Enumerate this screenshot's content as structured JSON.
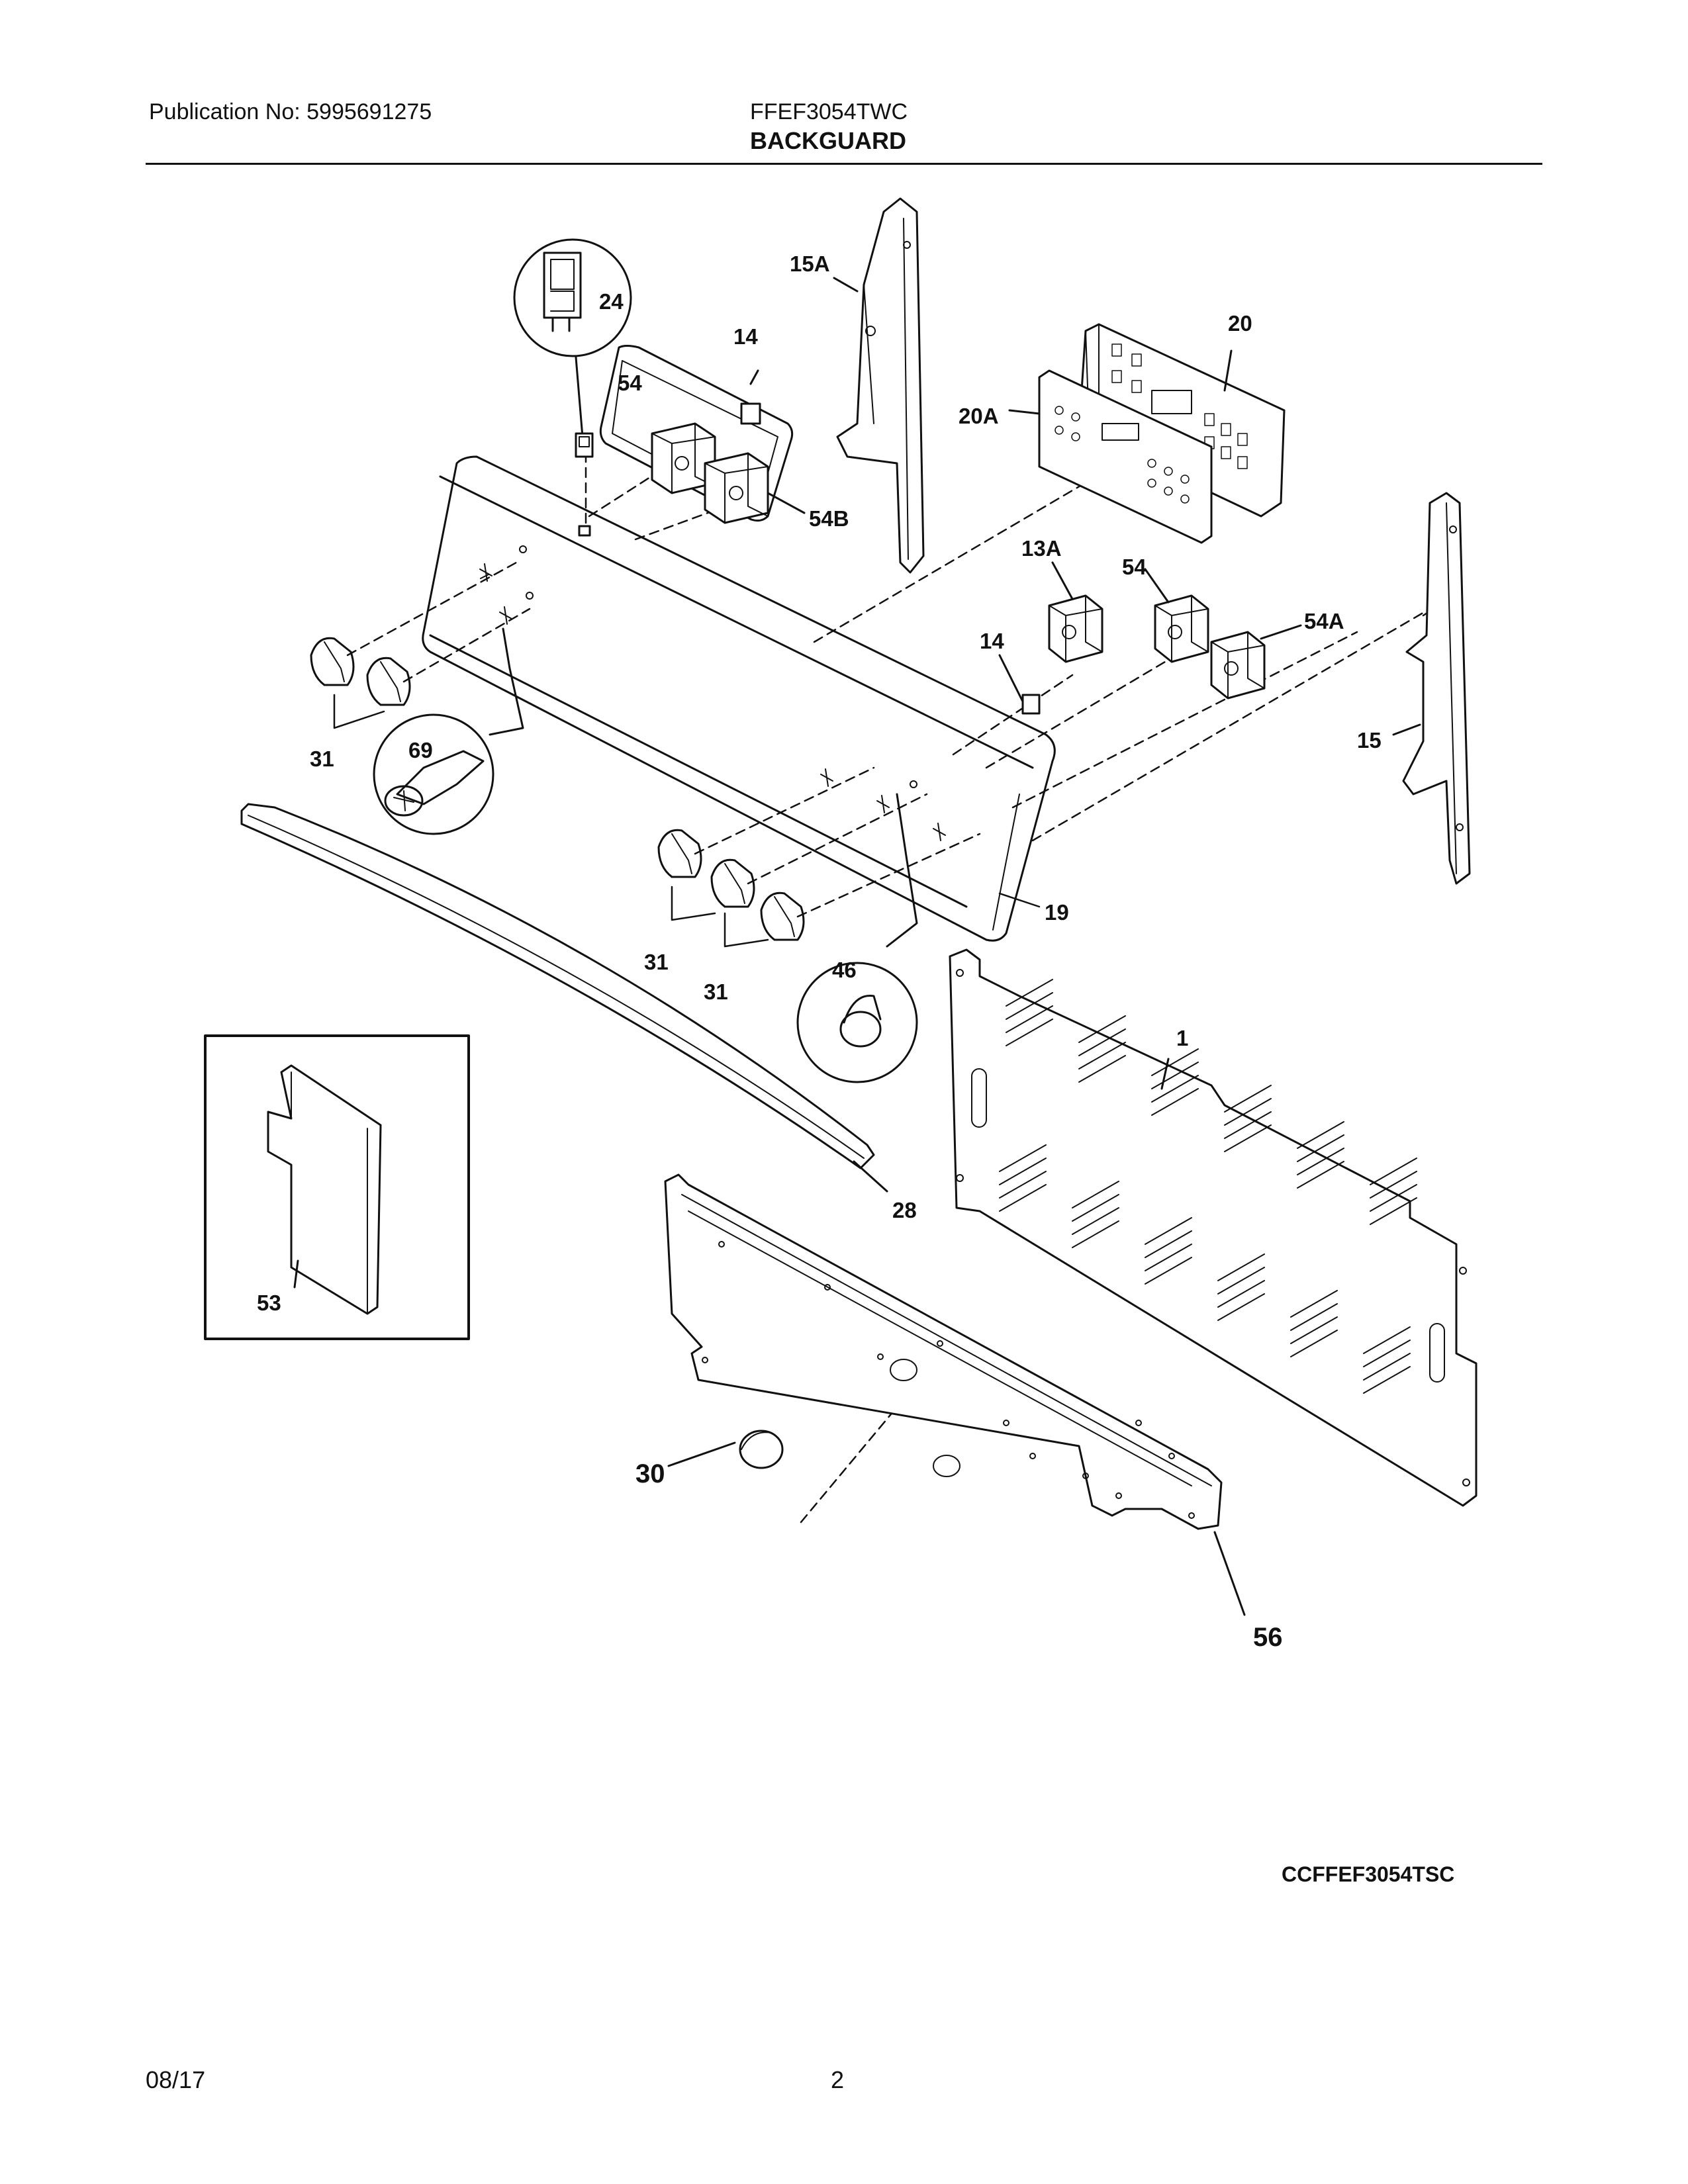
{
  "header": {
    "publication": "Publication No: 5995691275",
    "model": "FFEF3054TWC",
    "title": "BACKGUARD"
  },
  "diagram": {
    "callouts": {
      "c24": "24",
      "c14a": "14",
      "c54a": "54",
      "c15A": "15A",
      "c54B": "54B",
      "c20": "20",
      "c20A": "20A",
      "c13A": "13A",
      "c54b": "54",
      "c14b": "14",
      "c54A": "54A",
      "c15": "15",
      "c31a": "31",
      "c69": "69",
      "c31b": "31",
      "c31c": "31",
      "c46": "46",
      "c19": "19",
      "c1": "1",
      "c28": "28",
      "c53": "53",
      "c30": "30",
      "c56": "56"
    }
  },
  "footer": {
    "image_code": "CCFFEF3054TSC",
    "date": "08/17",
    "page": "2"
  }
}
